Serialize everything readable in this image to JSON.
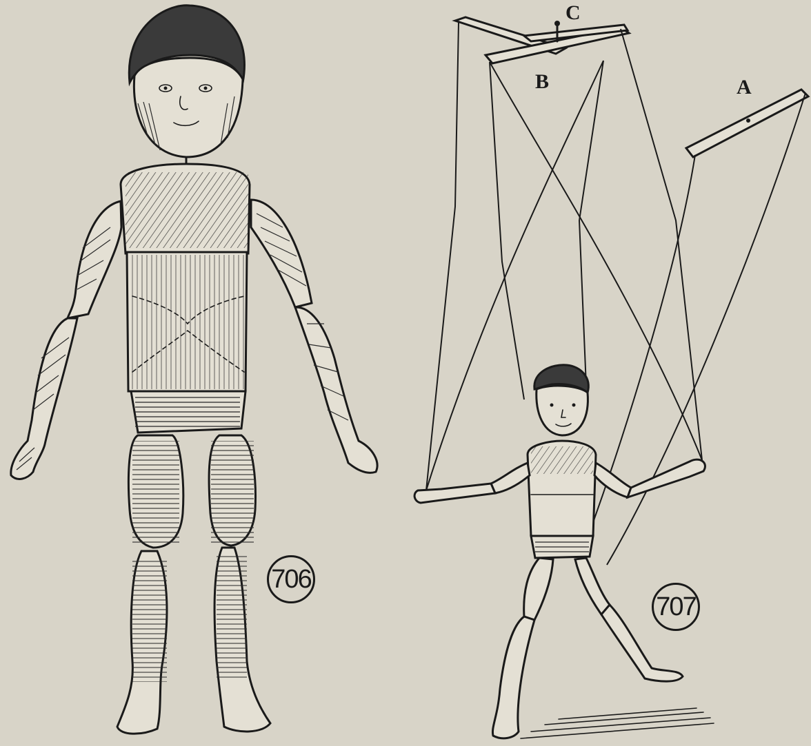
{
  "figures": [
    {
      "number": "706"
    },
    {
      "number": "707"
    }
  ],
  "labels": {
    "a": "A",
    "b": "B",
    "c": "C"
  }
}
